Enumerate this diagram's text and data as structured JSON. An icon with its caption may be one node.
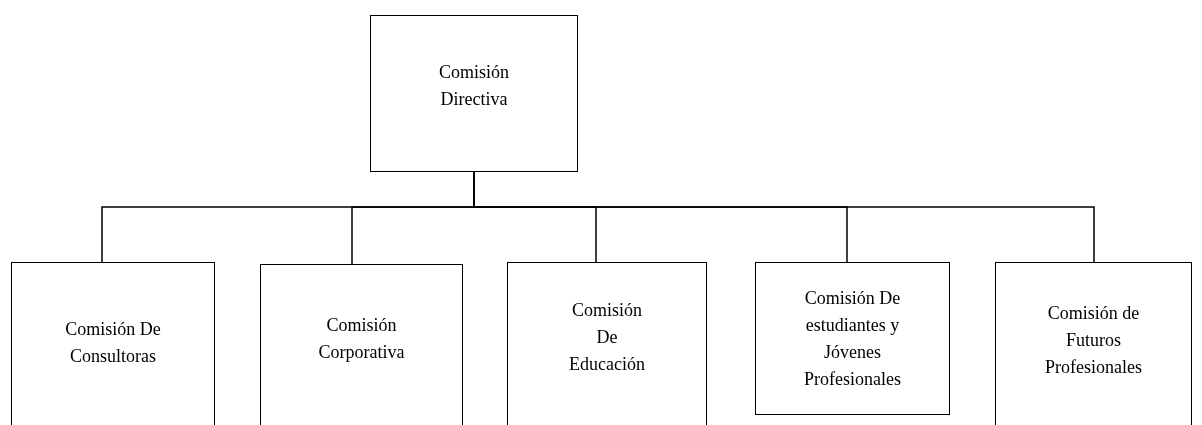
{
  "diagram": {
    "nodes": [
      {
        "text": [
          "Comisión Directiva"
        ]
      },
      {
        "text": [
          "Comisión De Consultoras"
        ]
      },
      {
        "text": [
          "Comisión Corporativa"
        ]
      },
      {
        "text": [
          "Comisión De Educación"
        ]
      },
      {
        "text": [
          "Comisión De estudiantes y Jóvenes Profesionales"
        ]
      },
      {
        "text": [
          "Comisión de Futuros Profesionales"
        ]
      }
    ],
    "edges": [
      {
        "from": 0,
        "to": 1,
        "arrow": "none"
      },
      {
        "from": 0,
        "to": 2,
        "arrow": "none"
      },
      {
        "from": 0,
        "to": 3,
        "arrow": "none"
      },
      {
        "from": 0,
        "to": 4,
        "arrow": "none"
      },
      {
        "from": 0,
        "to": 5,
        "arrow": "none"
      }
    ]
  }
}
